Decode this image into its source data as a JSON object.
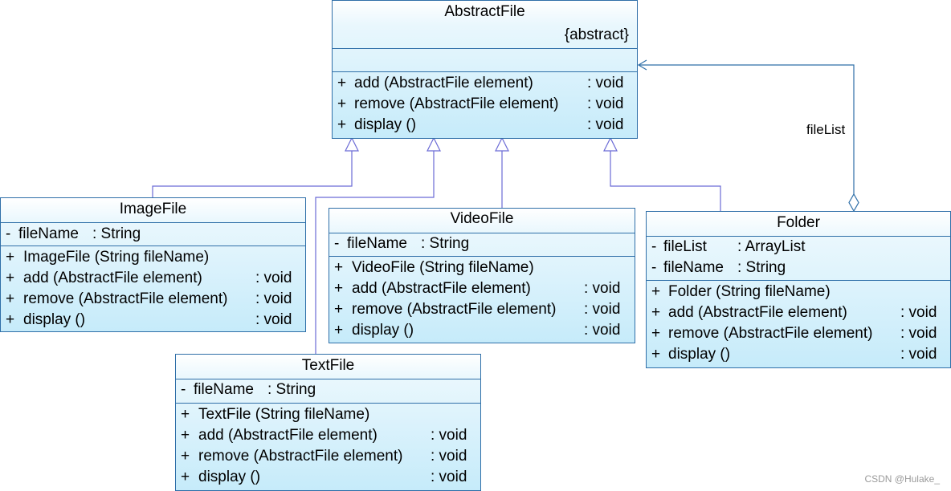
{
  "classes": {
    "abstract_file": {
      "name": "AbstractFile",
      "stereotype": "{abstract}",
      "methods": [
        {
          "vis": "+",
          "name": "add (AbstractFile element)",
          "type": ": void"
        },
        {
          "vis": "+",
          "name": "remove (AbstractFile element)",
          "type": ": void"
        },
        {
          "vis": "+",
          "name": "display ()",
          "type": ": void"
        }
      ]
    },
    "image_file": {
      "name": "ImageFile",
      "attributes": [
        {
          "vis": "-",
          "name": "fileName",
          "type": ": String"
        }
      ],
      "methods": [
        {
          "vis": "+",
          "name": "ImageFile (String fileName)",
          "type": ""
        },
        {
          "vis": "+",
          "name": "add (AbstractFile element)",
          "type": ": void"
        },
        {
          "vis": "+",
          "name": "remove (AbstractFile element)",
          "type": ": void"
        },
        {
          "vis": "+",
          "name": "display ()",
          "type": ": void"
        }
      ]
    },
    "video_file": {
      "name": "VideoFile",
      "attributes": [
        {
          "vis": "-",
          "name": "fileName",
          "type": ": String"
        }
      ],
      "methods": [
        {
          "vis": "+",
          "name": "VideoFile (String fileName)",
          "type": ""
        },
        {
          "vis": "+",
          "name": "add (AbstractFile element)",
          "type": ": void"
        },
        {
          "vis": "+",
          "name": "remove (AbstractFile element)",
          "type": ": void"
        },
        {
          "vis": "+",
          "name": "display ()",
          "type": ": void"
        }
      ]
    },
    "folder": {
      "name": "Folder",
      "attributes": [
        {
          "vis": "-",
          "name": "fileList",
          "type": ": ArrayList"
        },
        {
          "vis": "-",
          "name": "fileName",
          "type": ": String"
        }
      ],
      "methods": [
        {
          "vis": "+",
          "name": "Folder (String fileName)",
          "type": ""
        },
        {
          "vis": "+",
          "name": "add (AbstractFile element)",
          "type": ": void"
        },
        {
          "vis": "+",
          "name": "remove (AbstractFile element)",
          "type": ": void"
        },
        {
          "vis": "+",
          "name": "display ()",
          "type": ": void"
        }
      ]
    },
    "text_file": {
      "name": "TextFile",
      "attributes": [
        {
          "vis": "-",
          "name": "fileName",
          "type": ": String"
        }
      ],
      "methods": [
        {
          "vis": "+",
          "name": "TextFile (String fileName)",
          "type": ""
        },
        {
          "vis": "+",
          "name": "add (AbstractFile element)",
          "type": ": void"
        },
        {
          "vis": "+",
          "name": "remove (AbstractFile element)",
          "type": ": void"
        },
        {
          "vis": "+",
          "name": "display ()",
          "type": ": void"
        }
      ]
    }
  },
  "association": {
    "role_label": "fileList"
  },
  "colors": {
    "class_border": "#2f6fa8",
    "edge": "#6b6bd6",
    "fill": "#c6ebfa"
  },
  "watermark": "CSDN @Hulake_"
}
